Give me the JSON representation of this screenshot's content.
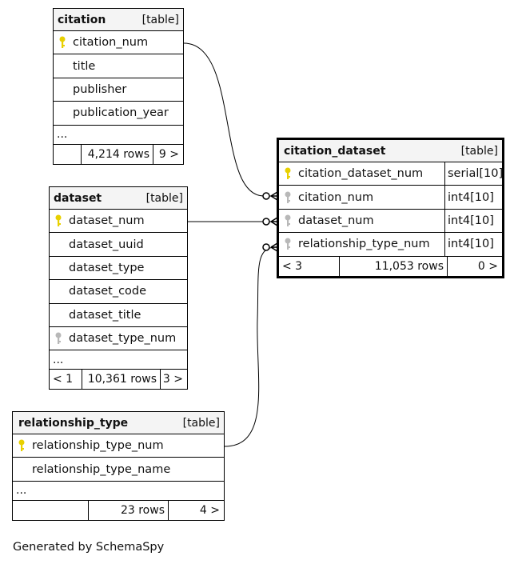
{
  "tables": {
    "citation": {
      "name": "citation",
      "kind": "[table]",
      "columns": [
        {
          "name": "citation_num",
          "key": "primary"
        },
        {
          "name": "title",
          "key": ""
        },
        {
          "name": "publisher",
          "key": ""
        },
        {
          "name": "publication_year",
          "key": ""
        }
      ],
      "ellipsis": "...",
      "footer": {
        "left": "",
        "rows": "4,214 rows",
        "right": "9 >"
      }
    },
    "dataset": {
      "name": "dataset",
      "kind": "[table]",
      "columns": [
        {
          "name": "dataset_num",
          "key": "primary"
        },
        {
          "name": "dataset_uuid",
          "key": ""
        },
        {
          "name": "dataset_type",
          "key": ""
        },
        {
          "name": "dataset_code",
          "key": ""
        },
        {
          "name": "dataset_title",
          "key": ""
        },
        {
          "name": "dataset_type_num",
          "key": "foreign"
        }
      ],
      "ellipsis": "...",
      "footer": {
        "left": "< 1",
        "rows": "10,361 rows",
        "right": "3 >"
      }
    },
    "relationship_type": {
      "name": "relationship_type",
      "kind": "[table]",
      "columns": [
        {
          "name": "relationship_type_num",
          "key": "primary"
        },
        {
          "name": "relationship_type_name",
          "key": ""
        }
      ],
      "ellipsis": "...",
      "footer": {
        "left": "",
        "rows": "23 rows",
        "right": "4 >"
      }
    },
    "citation_dataset": {
      "name": "citation_dataset",
      "kind": "[table]",
      "columns": [
        {
          "name": "citation_dataset_num",
          "type": "serial[10]",
          "key": "primary"
        },
        {
          "name": "citation_num",
          "type": "int4[10]",
          "key": "foreign"
        },
        {
          "name": "dataset_num",
          "type": "int4[10]",
          "key": "foreign"
        },
        {
          "name": "relationship_type_num",
          "type": "int4[10]",
          "key": "foreign"
        }
      ],
      "footer": {
        "left": "< 3",
        "rows": "11,053 rows",
        "right": "0 >"
      }
    }
  },
  "colors": {
    "primary_key": "#e8d000",
    "foreign_key": "#b8b8b8",
    "header_bg": "#f4f4f4"
  },
  "credit": "Generated by SchemaSpy"
}
